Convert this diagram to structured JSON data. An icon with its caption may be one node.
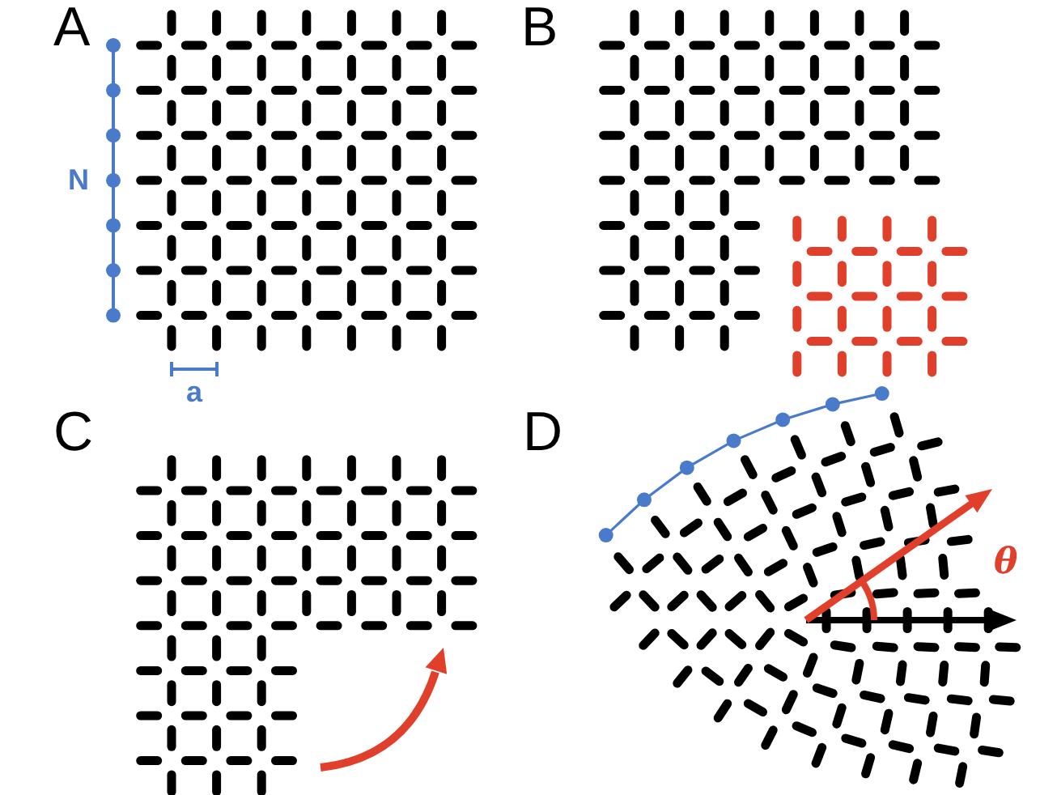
{
  "diagram": {
    "labels": [
      "A",
      "N",
      "a",
      "B",
      "C",
      "D",
      "θ"
    ]
  }
}
